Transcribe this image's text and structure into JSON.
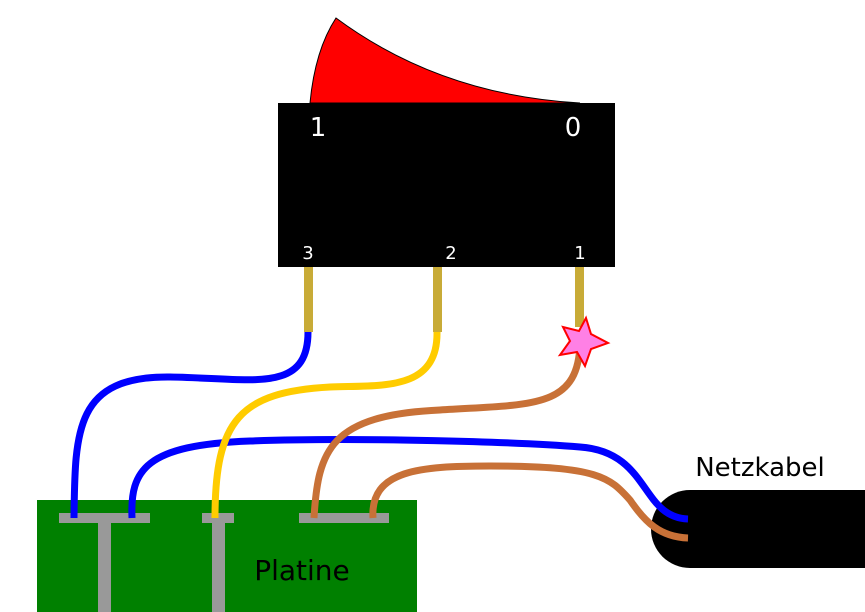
{
  "switch": {
    "position_labels": {
      "on": "1",
      "off": "0"
    },
    "pin_labels": {
      "pin3": "3",
      "pin2": "2",
      "pin1": "1"
    },
    "rocker_color": "#ff0000",
    "body_color": "#000000"
  },
  "board": {
    "label": "Platine",
    "color": "#008000",
    "pad_color": "#999999"
  },
  "cable": {
    "label": "Netzkabel",
    "color": "#000000"
  },
  "wires": {
    "blue": "#0000ff",
    "yellow": "#ffcc00",
    "brown": "#c87137",
    "pin_gold": "#c8ab37"
  },
  "fault_marker": {
    "color": "#ff80e5",
    "outline": "#ff0000"
  }
}
